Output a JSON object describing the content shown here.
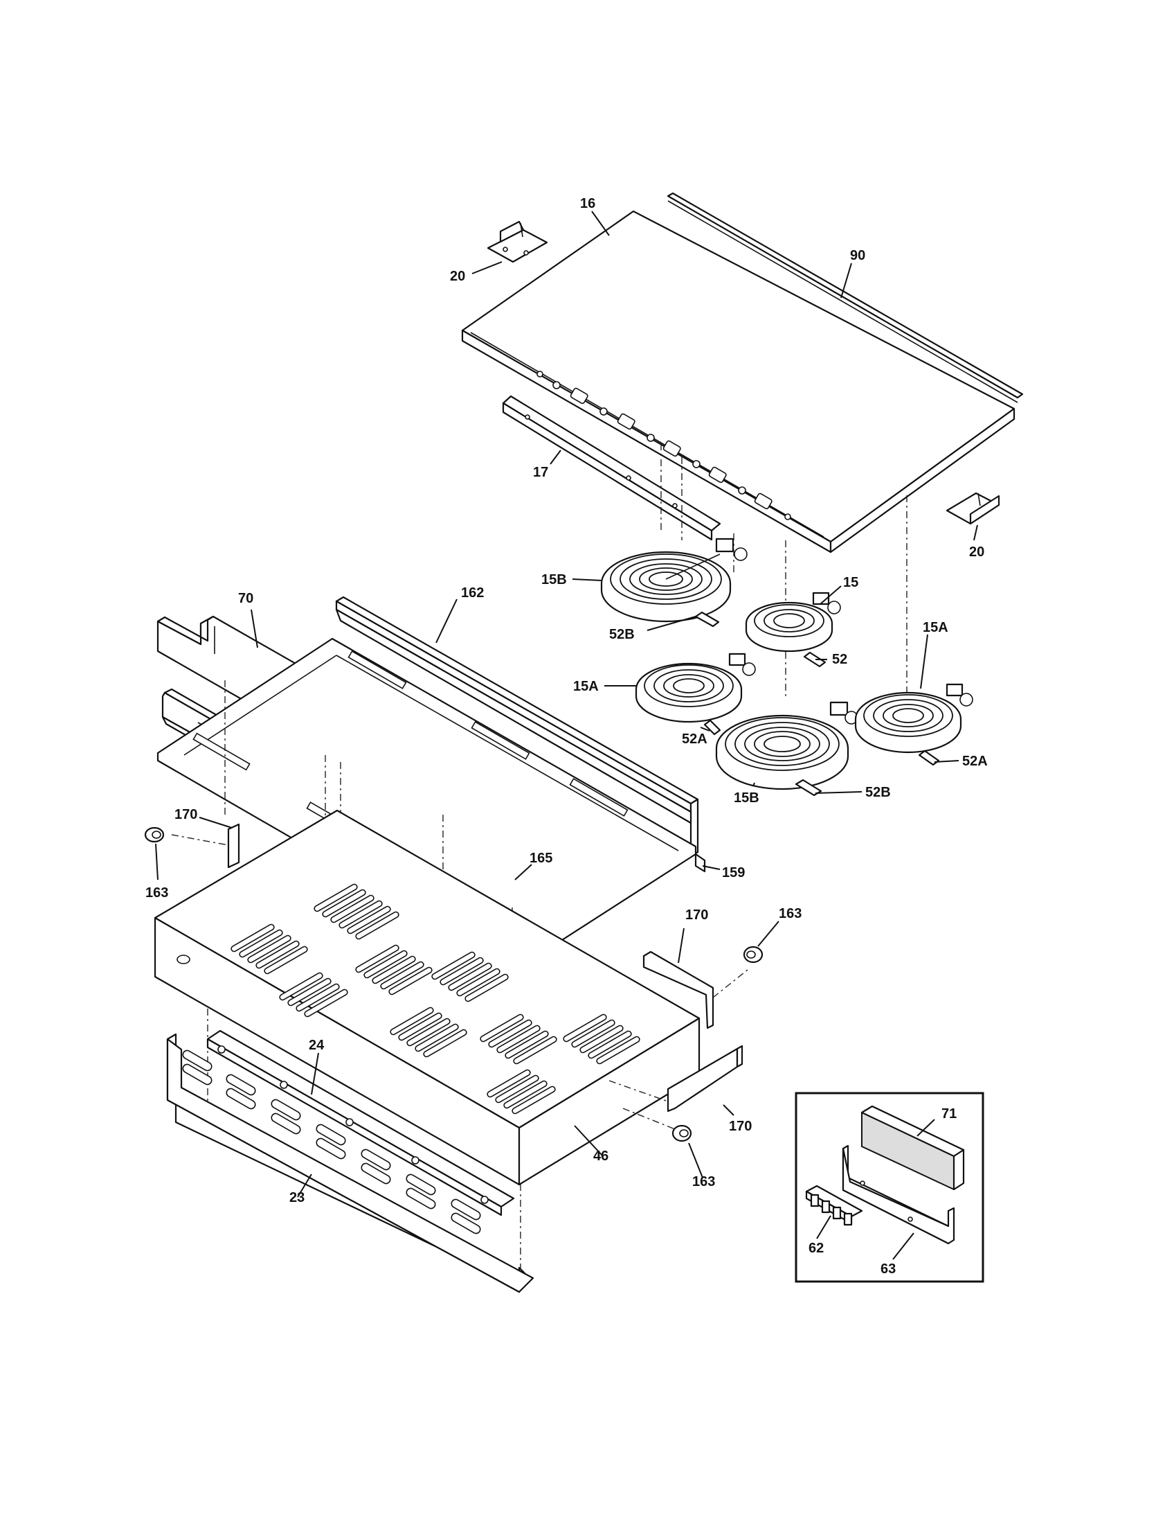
{
  "callouts": {
    "c16": "16",
    "c20a": "20",
    "c90": "90",
    "c17": "17",
    "c20b": "20",
    "c15B_a": "15B",
    "c15": "15",
    "c52B_a": "52B",
    "c52": "52",
    "c15A_a": "15A",
    "c15A_b": "15A",
    "c52A_a": "52A",
    "c52A_b": "52A",
    "c15B_b": "15B",
    "c52B_b": "52B",
    "c70": "70",
    "c162": "162",
    "c170a": "170",
    "c163a": "163",
    "c165": "165",
    "c159": "159",
    "c170b": "170",
    "c163b": "163",
    "c24": "24",
    "c170c": "170",
    "c46": "46",
    "c163c": "163",
    "c23": "23",
    "c71": "71",
    "c62": "62",
    "c63": "63"
  }
}
